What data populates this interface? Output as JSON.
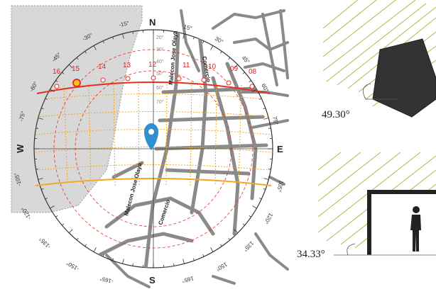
{
  "sun_path": {
    "cardinals": {
      "north": "N",
      "south": "S",
      "east": "E",
      "west": "W"
    },
    "hours": [
      "16",
      "15",
      "14",
      "13",
      "12",
      "11",
      "10",
      "09",
      "08"
    ],
    "azimuth_labels": [
      "-15°",
      "-30°",
      "-45°",
      "-60°",
      "-75°",
      "-105°",
      "-120°",
      "-135°",
      "-150°",
      "-165°",
      "15°",
      "30°",
      "45°",
      "60°",
      "75°",
      "105°",
      "120°",
      "135°",
      "150°",
      "165°"
    ],
    "altitude_labels": [
      "20°",
      "30°",
      "40°",
      "50°",
      "60°",
      "70°"
    ],
    "streets": {
      "main": "Malecon Jose Olaya",
      "secondary": "Comercio",
      "main_lower": "Malecon Jose Olaya",
      "secondary_lower": "Comercio"
    },
    "colors": {
      "summer_path": "#e53020",
      "winter_path": "#f5a623",
      "shadow_zone": "#d8d8d8",
      "marker": "#2f8fd0",
      "streets": "#8a8a8a"
    }
  },
  "plan_section": {
    "angle": "49.30°"
  },
  "elevation_section": {
    "angle": "34.33°"
  }
}
